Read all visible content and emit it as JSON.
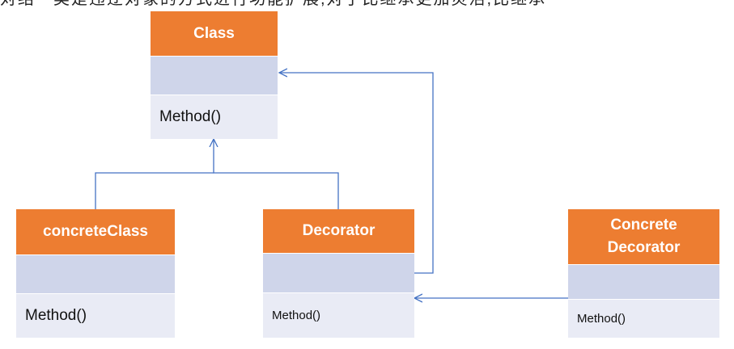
{
  "diagram": {
    "top_strip_text": "对结一类是违迂对象的方式进行功能扩展,对于比继承更加灵活,比继承",
    "classes": {
      "base": {
        "name": "Class",
        "method": "Method()"
      },
      "concrete": {
        "name": "concreteClass",
        "method": "Method()"
      },
      "decorator": {
        "name": "Decorator",
        "method": "Method()"
      },
      "concrete_decorator": {
        "name": "Concrete Decorator",
        "method": "Method()"
      }
    },
    "colors": {
      "header": "#ed7d31",
      "attribute_band": "#cfd5ea",
      "method_band": "#e9ebf5",
      "connector": "#4472c4"
    }
  }
}
